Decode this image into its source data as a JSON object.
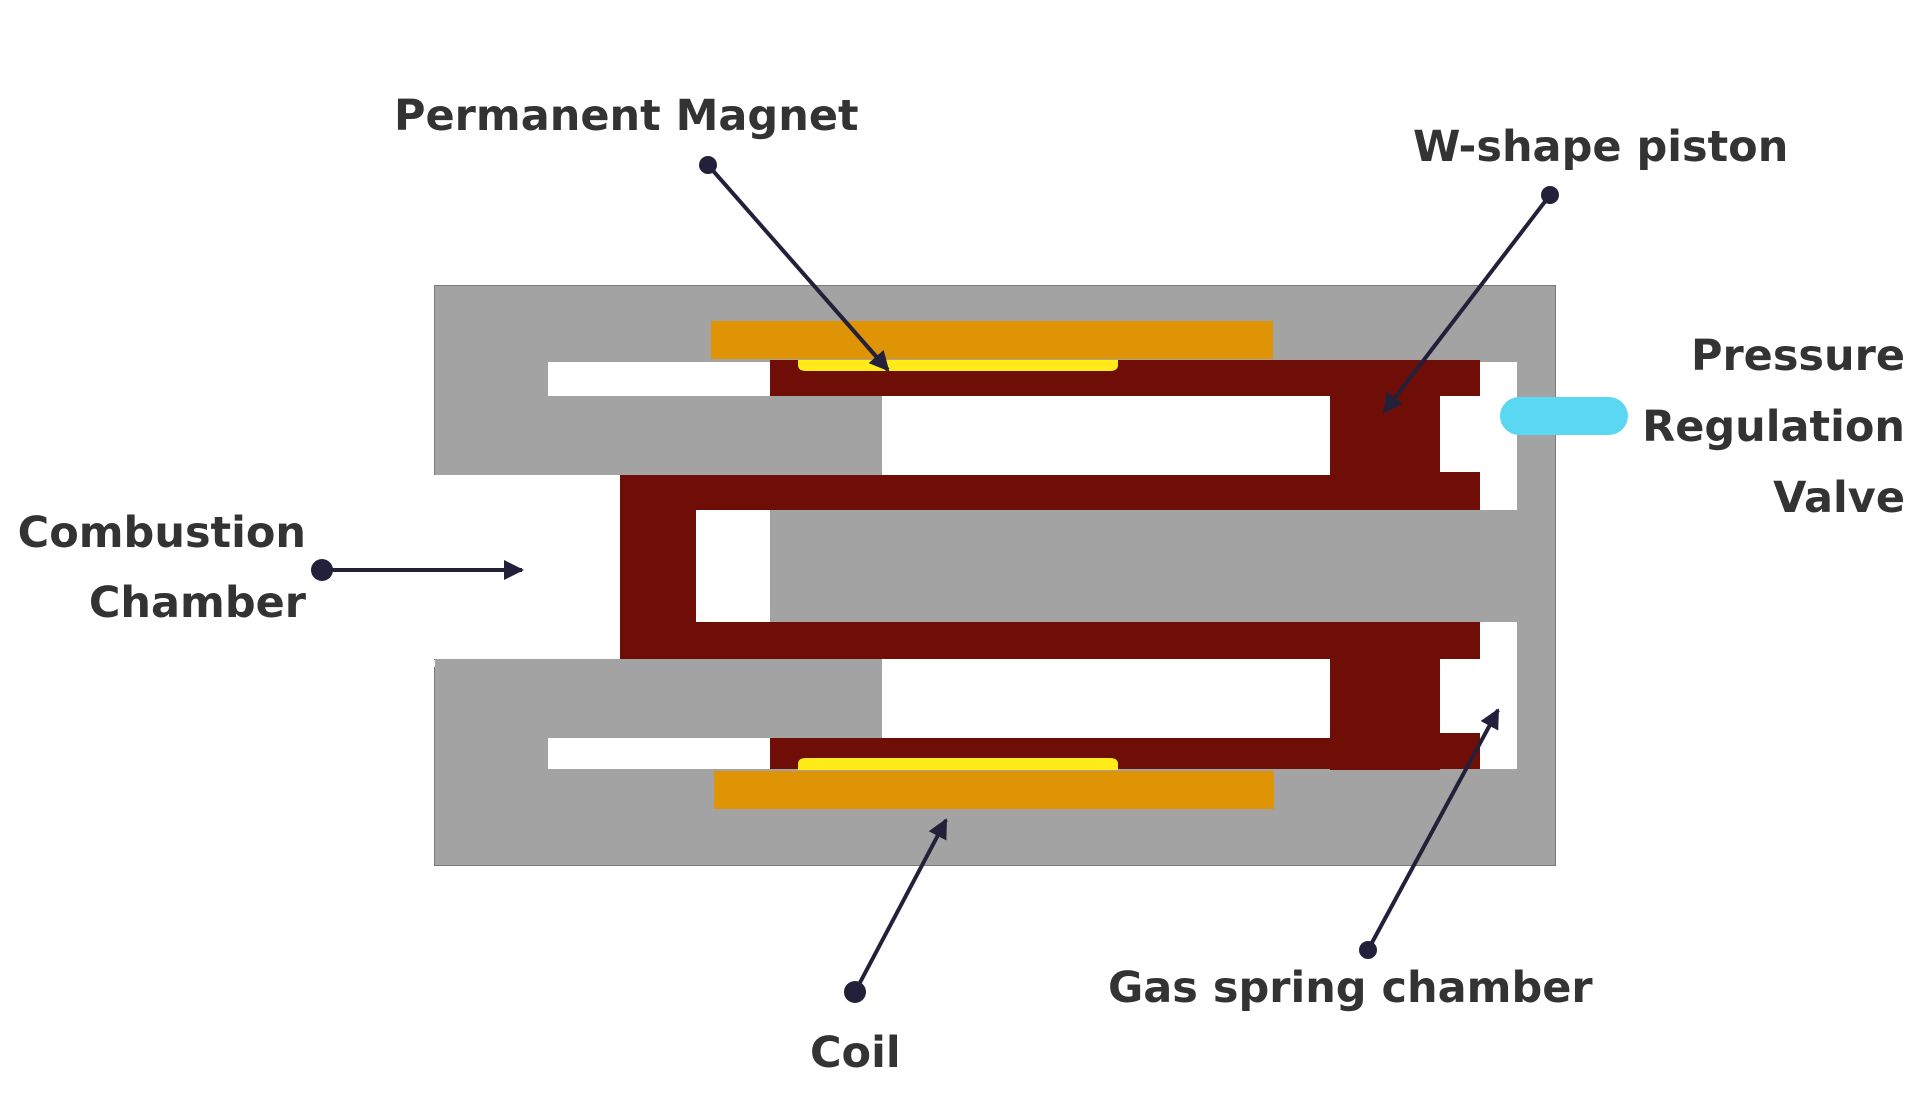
{
  "labels": {
    "permanent_magnet": "Permanent Magnet",
    "w_shape_piston": "W-shape piston",
    "pressure_line1": "Pressure",
    "pressure_line2": "Regulation",
    "pressure_line3": "Valve",
    "combustion_line1": "Combustion",
    "combustion_line2": "Chamber",
    "gas_spring_chamber": "Gas spring chamber",
    "coil": "Coil"
  },
  "colors": {
    "housing": "#a3a3a3",
    "piston": "#6e0e06",
    "coil": "#de9404",
    "magnet": "#ffea1a",
    "valve": "#5ad8f2",
    "arrow": "#23213a",
    "text": "#333333",
    "background": "#ffffff"
  }
}
